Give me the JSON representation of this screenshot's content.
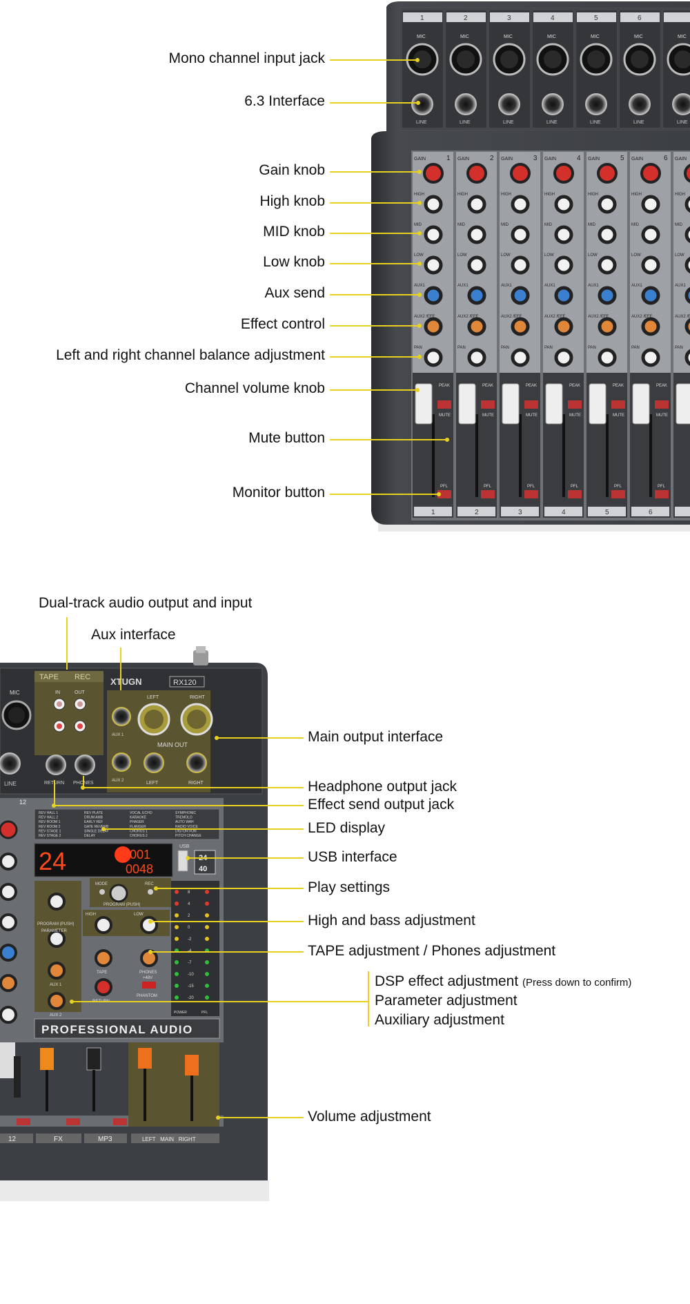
{
  "top_labels": [
    "Mono channel input jack",
    "6.3 Interface",
    "Gain knob",
    "High knob",
    "MID knob",
    "Low knob",
    "Aux send",
    "Effect control",
    "Left and right channel balance adjustment",
    "Channel volume knob",
    "Mute button",
    "Monitor button"
  ],
  "bottom_left_labels": {
    "dual_track": "Dual-track audio output and input",
    "aux_interface": "Aux interface"
  },
  "bottom_right_labels": [
    "Main output interface",
    "Headphone output jack",
    "Effect send output jack",
    "LED display",
    "USB interface",
    "Play settings",
    "High and bass adjustment",
    "TAPE adjustment / Phones adjustment"
  ],
  "dsp": {
    "line1": "DSP effect adjustment",
    "line1_note": "(Press down to confirm)",
    "line2": "Parameter adjustment",
    "line3": "Auxiliary adjustment"
  },
  "volume_label": "Volume adjustment",
  "mixer_top": {
    "channels": [
      "1",
      "2",
      "3",
      "4",
      "5",
      "6"
    ],
    "mic": "MIC",
    "line": "LINE",
    "gain": "GAIN",
    "high": "HIGH",
    "mid": "MID",
    "low": "LOW",
    "aux1": "AUX1",
    "aux2": "AUX2 /EFF",
    "pan": "PAN",
    "peak": "PEAK",
    "mute": "MUTE",
    "pfl": "PFL"
  },
  "mixer_bottom": {
    "tape": "TAPE",
    "rec": "REC",
    "in": "IN",
    "out": "OUT",
    "brand": "XTUGN",
    "model": "RX120",
    "main_out": "MAIN OUT",
    "left": "LEFT",
    "right": "RIGHT",
    "aux1": "AUX 1",
    "aux2": "AUX 2",
    "return": "RETURN",
    "phones": "PHONES",
    "channel_12": "12",
    "fx": "FX",
    "mp3": "MP3",
    "main_strip": "LEFT   MAIN   RIGHT",
    "professional_audio": "PROFESSIONAL AUDIO",
    "led_big": "24",
    "led_top": "001",
    "led_bottom": "0048",
    "usb": "USB",
    "program_push": "PROGRAM (PUSH)",
    "parameter": "PARAMETER",
    "phantom": "PHANTOM",
    "plus48": "+48V",
    "power": "POWER",
    "pfl": "PFL",
    "mode": "MODE",
    "rec_small": "REC",
    "high": "HIGH",
    "low": "LOW",
    "tape_knob": "TAPE",
    "meter_scale": [
      "8",
      "4",
      "2",
      "0",
      "-2",
      "-4",
      "-7",
      "-10",
      "-15",
      "-20"
    ],
    "effects_col1": [
      "REV HALL 1",
      "REV HALL 2",
      "REV ROOM 1",
      "REV ROOM 2",
      "REV STAGE 1",
      "REV STAGE 2"
    ],
    "effects_col2": [
      "REV PLATE",
      "DRUM AMB",
      "EARLY REF",
      "GATE REVERB",
      "SINGLE DELAY",
      "DELAY"
    ],
    "effects_col3": [
      "VOCAL ECHO",
      "KARAOKE",
      "PHASER",
      "FLANGER",
      "CHORUS 1",
      "CHORUS 2"
    ],
    "effects_col4": [
      "SYMPHONIC",
      "TREMOLO",
      "AUTO WAH",
      "RADIO VOICE",
      "DISTORTION",
      "PITCH CHANGE"
    ],
    "usb_badge": "24",
    "usb_badge2": "40"
  },
  "colors": {
    "leader": "#e8d21e",
    "panel": "#3d4044",
    "panel_dark": "#2a2c2f",
    "gold_panel": "#5e5a32",
    "led_red": "#ff3b1a",
    "knob_red": "#d3302b",
    "knob_blue": "#3b7fd1",
    "knob_orange": "#e0873a"
  }
}
